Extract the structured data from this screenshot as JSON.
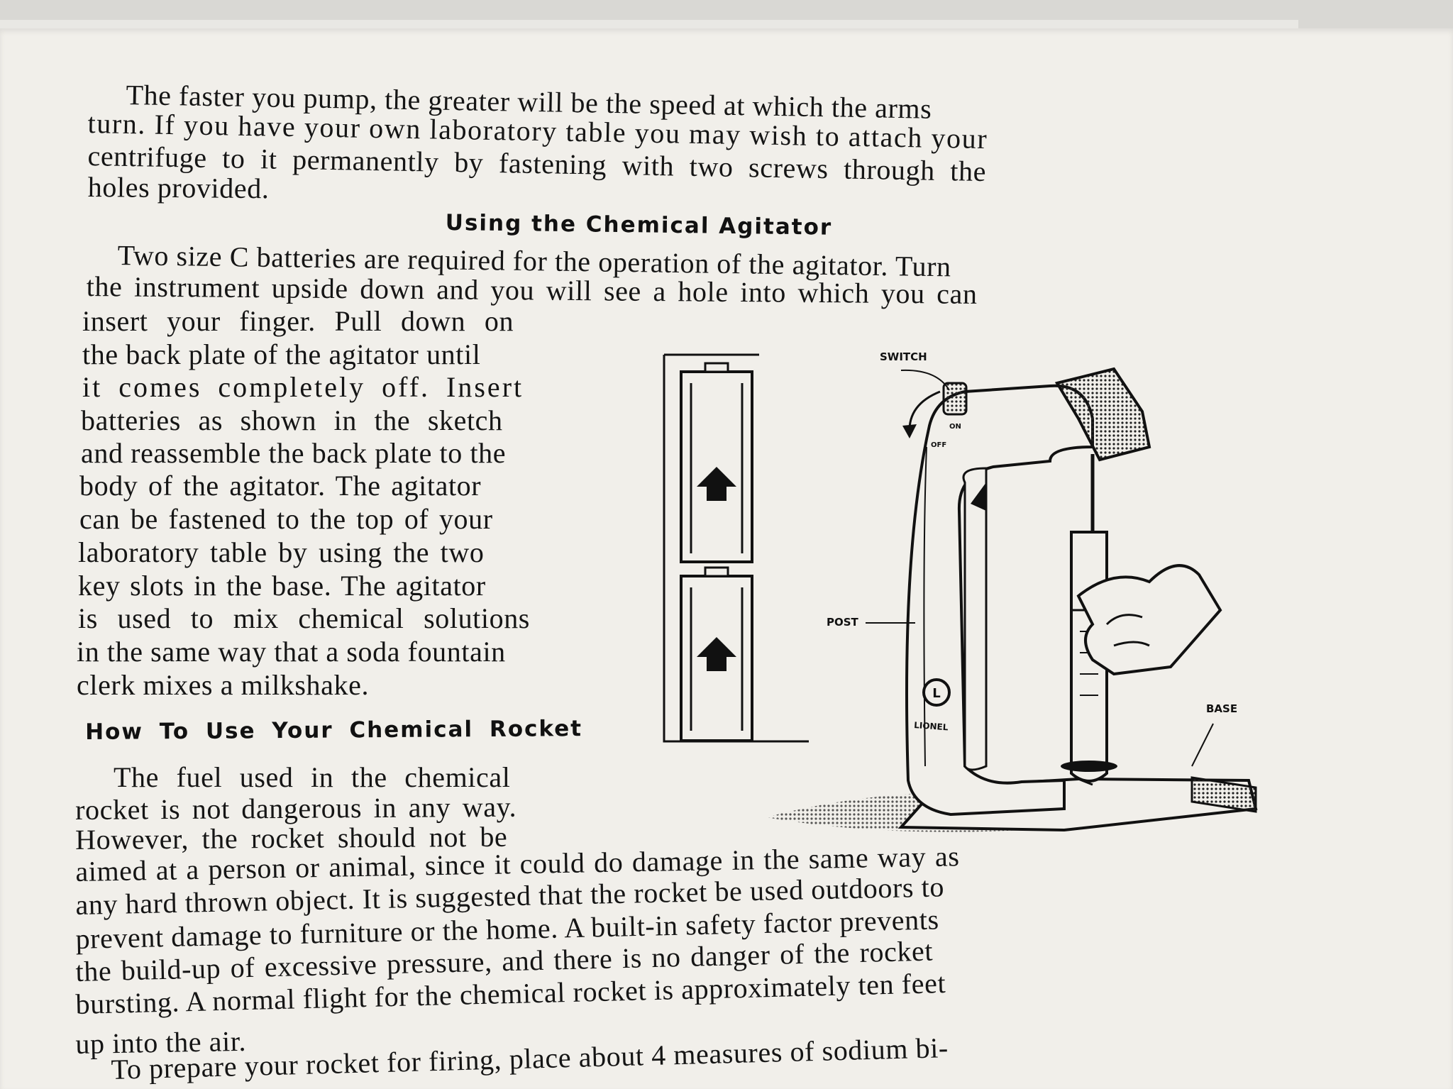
{
  "page": {
    "paragraph1": [
      "The faster you pump, the greater will be the speed at which the arms",
      "turn. If you have your own laboratory table you may wish to attach your",
      "centrifuge to it permanently by fastening with two screws through the",
      "holes provided."
    ],
    "heading_agitator": "Using the Chemical Agitator",
    "paragraph2": [
      "Two size C batteries are required for the operation of the agitator. Turn",
      "the instrument upside down and you will see a hole into which you can",
      "insert your finger. Pull down on",
      "the back plate of the agitator until",
      "it comes completely off. Insert",
      "batteries as shown in the sketch",
      "and reassemble the back plate to the",
      "body of the agitator. The agitator",
      "can be fastened to the top of your",
      "laboratory table by using the two",
      "key slots in the base. The agitator",
      "is used to mix chemical solutions",
      "in the same way that a soda fountain",
      "clerk mixes a milkshake."
    ],
    "heading_rocket": "How To Use Your Chemical Rocket",
    "paragraph3": [
      "The fuel used in the chemical",
      "rocket is not dangerous in any way.",
      "However, the rocket should not be",
      "aimed at a person or animal, since it could do damage in the same way as",
      "any hard thrown object. It is suggested that the rocket be used outdoors to",
      "prevent damage to furniture or the home. A built-in safety factor prevents",
      "the build-up of excessive pressure, and there is no danger of the rocket",
      "bursting. A normal flight for the chemical rocket is approximately ten feet",
      "up into the air.",
      "To prepare your rocket for firing, place about 4 measures of sodium bi-"
    ]
  },
  "figure": {
    "labels": {
      "switch": "SWITCH",
      "on": "ON",
      "off": "OFF",
      "post": "POST",
      "base": "BASE",
      "brand": "LIONEL",
      "logo_letter": "L"
    }
  }
}
